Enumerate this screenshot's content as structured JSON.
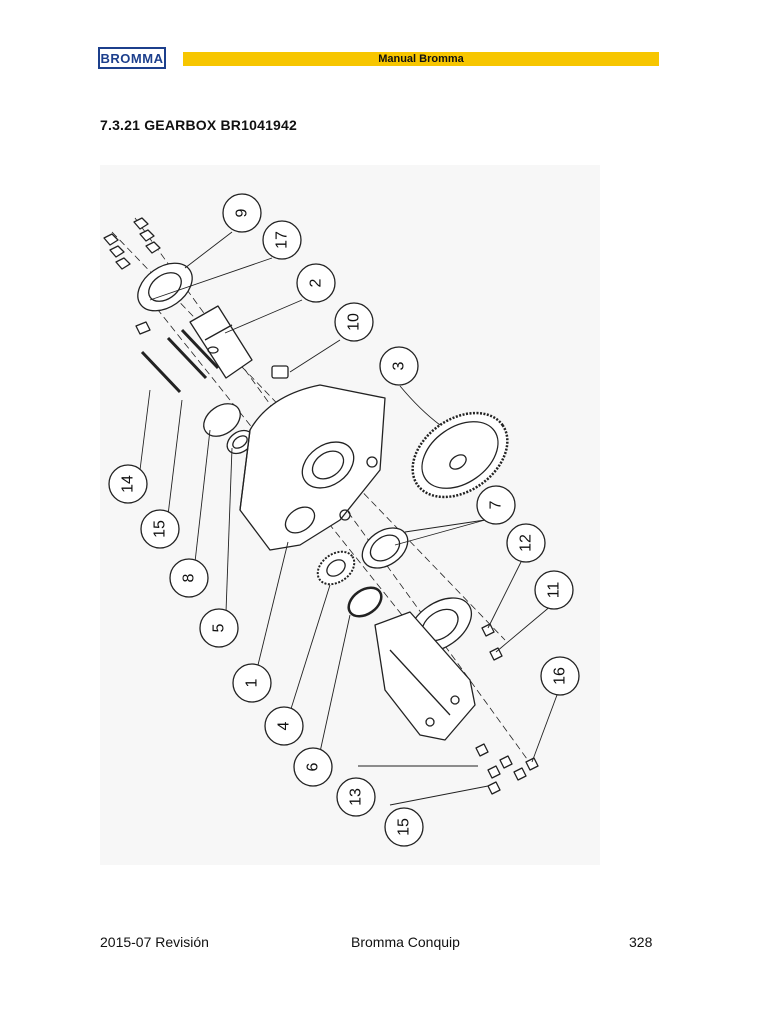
{
  "header": {
    "logo_text": "BROMMA",
    "bar_title": "Manual Bromma"
  },
  "section": {
    "title": "7.3.21  GEARBOX BR1041942"
  },
  "callouts": [
    {
      "id": "c9",
      "label": "9"
    },
    {
      "id": "c17",
      "label": "17"
    },
    {
      "id": "c2",
      "label": "2"
    },
    {
      "id": "c10",
      "label": "10"
    },
    {
      "id": "c3",
      "label": "3"
    },
    {
      "id": "c14",
      "label": "14"
    },
    {
      "id": "c15a",
      "label": "15"
    },
    {
      "id": "c8",
      "label": "8"
    },
    {
      "id": "c5",
      "label": "5"
    },
    {
      "id": "c1",
      "label": "1"
    },
    {
      "id": "c4",
      "label": "4"
    },
    {
      "id": "c6",
      "label": "6"
    },
    {
      "id": "c13",
      "label": "13"
    },
    {
      "id": "c15b",
      "label": "15"
    },
    {
      "id": "c7",
      "label": "7"
    },
    {
      "id": "c12",
      "label": "12"
    },
    {
      "id": "c11",
      "label": "11"
    },
    {
      "id": "c16",
      "label": "16"
    }
  ],
  "footer": {
    "left": "2015-07 Revisión",
    "center": "Bromma Conquip",
    "right": "328"
  },
  "colors": {
    "brand_blue": "#1c3f8c",
    "header_yellow": "#f7c600"
  }
}
